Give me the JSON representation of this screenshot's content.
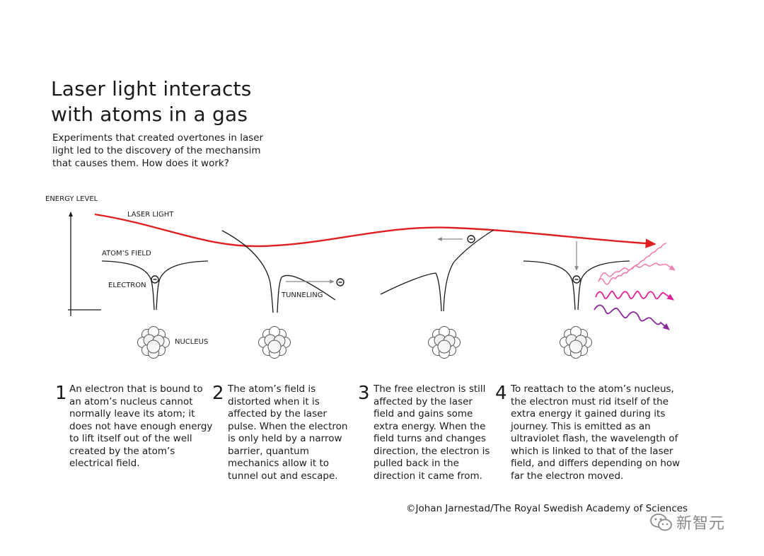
{
  "title": {
    "line1": "Laser light interacts",
    "line2": "with atoms in a gas"
  },
  "subtitle": {
    "line1": "Experiments that created overtones in laser",
    "line2": "light led to the discovery of the mechansim",
    "line3": "that causes them. How does it work?"
  },
  "labels": {
    "energy_level": "ENERGY LEVEL",
    "laser_light": "LASER LIGHT",
    "atoms_field": "ATOM’S FIELD",
    "electron": "ELECTRON",
    "tunneling": "TUNNELING",
    "nucleus": "NUCLEUS"
  },
  "steps": [
    {
      "number": "1",
      "lines": [
        "An electron that is bound to",
        "an atom’s nucleus cannot",
        "normally leave its atom; it",
        "does not have enough energy",
        "to lift itself out of the well",
        "created by the atom’s",
        "electrical field."
      ]
    },
    {
      "number": "2",
      "lines": [
        "The atom’s field is",
        "distorted when it is",
        "affected by the laser",
        "pulse. When the electron",
        "is only held by a narrow",
        "barrier, quantum",
        "mechanics allow it to",
        "tunnel out and escape."
      ]
    },
    {
      "number": "3",
      "lines": [
        "The free electron is still",
        "affected by the laser",
        "field and gains some",
        "extra energy. When the",
        "field turns and changes",
        "direction, the electron is",
        "pulled back in the",
        "direction it came from."
      ]
    },
    {
      "number": "4",
      "lines": [
        "To reattach to the atom’s nucleus,",
        "the electron must rid itself of the",
        "extra energy it gained during its",
        "journey. This is emitted as an",
        "ultraviolet flash, the wavelength of",
        "which is linked to that of the laser",
        "field, and differs depending on how",
        "far the electron moved."
      ]
    }
  ],
  "credit": "©Johan Jarnestad/The Royal Swedish Academy of Sciences",
  "watermark": "新智元",
  "colors": {
    "laser_red": "#e02020",
    "flash_light_pink": "#f080b0",
    "flash_magenta": "#e0209a",
    "flash_purple": "#8a2a9a",
    "line": "#1a1a1a",
    "arrow_grey": "#888888"
  }
}
